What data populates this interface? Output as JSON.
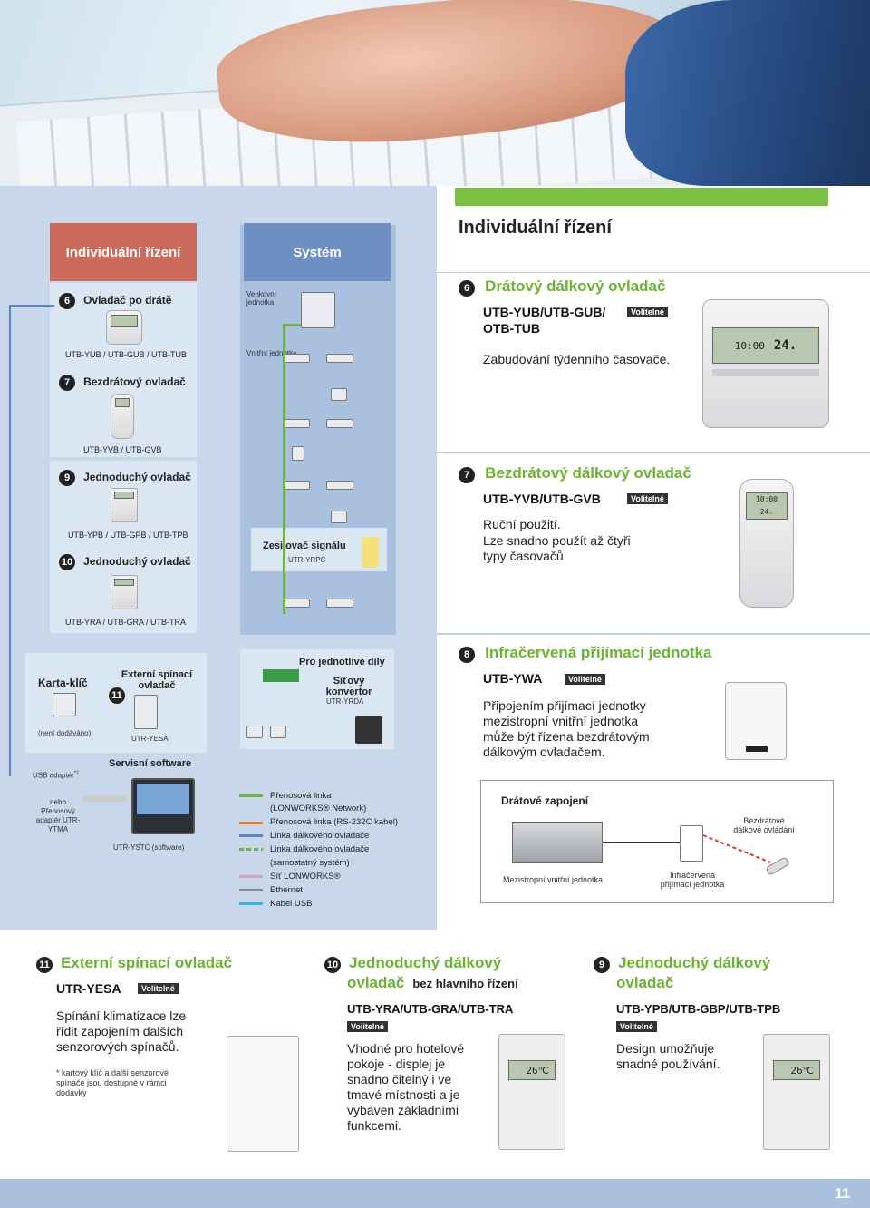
{
  "left": {
    "title": "Individuální řízení",
    "system_title": "Systém",
    "item6": {
      "num": "6",
      "label": "Ovladač po drátě",
      "models": "UTB-YUB / UTB-GUB / UTB-TUB"
    },
    "item7": {
      "num": "7",
      "label": "Bezdrátový ovladač",
      "models": "UTB-YVB / UTB-GVB"
    },
    "item9": {
      "num": "9",
      "label": "Jednoduchý ovladač",
      "models": "UTB-YPB / UTB-GPB / UTB-TPB"
    },
    "item10": {
      "num": "10",
      "label": "Jednoduchý ovladač",
      "models": "UTB-YRA / UTB-GRA / UTB-TRA"
    },
    "outdoor": "Venkovní jednotka",
    "indoor": "Vnitřní jednotka",
    "amplifier": {
      "label": "Zesilovač signálu",
      "model": "UTR-YRPC"
    },
    "keycard": {
      "label": "Karta-klíč",
      "note": "(není dodáváno)"
    },
    "item11": {
      "num": "11",
      "label": "Externí spínací ovladač",
      "model": "UTR-YESA"
    },
    "pro_jednotlive": "Pro jednotlivé díly",
    "network": {
      "label": "Síťový konvertor",
      "model": "UTR-YRDA"
    },
    "service": {
      "label": "Servisní software",
      "model": "UTR-YSTC (software)"
    },
    "usb": {
      "label": "USB adaptér",
      "sup": "*1",
      "alt": "nebo Přenosový adaptér UTR-YTMA"
    },
    "legend": [
      "Přenosová linka",
      "(LONWORKS® Network)",
      "Přenosová linka (RS-232C kabel)",
      "Linka dálkového ovladače",
      "Linka dálkového ovladače",
      "(samostatný systém)",
      "Síť LONWORKS®",
      "Ethernet",
      "Kabel USB"
    ]
  },
  "right": {
    "title": "Individuální řízení",
    "s6": {
      "num": "6",
      "heading": "Drátový dálkový ovladač",
      "model1": "UTB-YUB/UTB-GUB/",
      "model2": "OTB-TUB",
      "badge": "Volitelné",
      "desc": "Zabudování týdenního časovače."
    },
    "s7": {
      "num": "7",
      "heading": "Bezdrátový dálkový ovladač",
      "model": "UTB-YVB/UTB-GVB",
      "badge": "Volitelné",
      "desc1": "Ruční použití.",
      "desc2": "Lze snadno použít až čtyři",
      "desc3": "typy časovačů"
    },
    "s8": {
      "num": "8",
      "heading": "Infračervená přijímací jednotka",
      "model": "UTB-YWA",
      "badge": "Volitelné",
      "desc": [
        "Připojením přijímací jednotky",
        "mezistropní vnitřní jednotka",
        "může být řízena bezdrátovým",
        "dálkovým ovladačem."
      ]
    },
    "wiring": {
      "title": "Drátové zapojení",
      "unit": "Mezistropní vnitřní jednotka",
      "receiver1": "Infračervená",
      "receiver2": "přijímací jednotka",
      "wireless1": "Bezdrátové",
      "wireless2": "dálkové ovládání"
    }
  },
  "bottom": {
    "c11": {
      "num": "11",
      "heading": "Externí spínací ovladač",
      "model": "UTR-YESA",
      "badge": "Volitelné",
      "desc": [
        "Spínání klimatizace lze",
        "řídit zapojením dalších",
        "senzorových spínačů."
      ],
      "note": [
        "* kartový klíč a další senzorové",
        "spínače jsou dostupné v rámci",
        "dodávky"
      ]
    },
    "c10": {
      "num": "10",
      "heading1": "Jednoduchý dálkový",
      "heading2": "ovladač",
      "heading_suffix": "bez hlavního řízení",
      "model": "UTB-YRA/UTB-GRA/UTB-TRA",
      "badge": "Volitelné",
      "desc": [
        "Vhodné pro hotelové",
        "pokoje - displej je",
        "snadno čitelný i ve",
        "tmavé místnosti a je",
        "vybaven základními",
        "funkcemi."
      ],
      "display": "26℃"
    },
    "c9": {
      "num": "9",
      "heading1": "Jednoduchý dálkový",
      "heading2": "ovladač",
      "model": "UTB-YPB/UTB-GBP/UTB-TPB",
      "badge": "Volitelné",
      "desc": [
        "Design umožňuje",
        "snadné používání."
      ],
      "display": "26℃"
    }
  },
  "s6_display": {
    "time": "10:00",
    "temp": "24."
  },
  "s7_display": {
    "time": "10:00",
    "temp": "24."
  },
  "page_number": "11",
  "colors": {
    "green": "#6ab42f",
    "title_red": "#cc6a5b",
    "title_blue": "#6f8fc4",
    "panel": "#c8d7ea"
  }
}
